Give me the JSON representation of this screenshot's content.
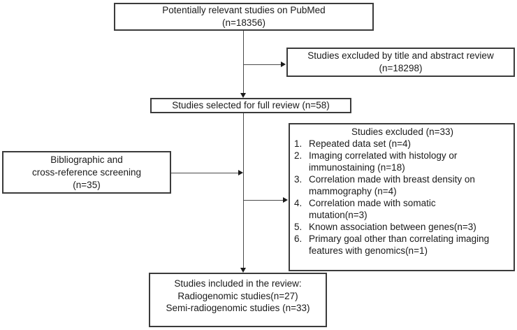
{
  "diagram": {
    "pubmed_box": {
      "lines": [
        "Potentially relevant studies on PubMed",
        "(n=18356)"
      ]
    },
    "title_abstract_excluded_box": {
      "lines": [
        "Studies excluded by title and abstract review",
        "(n=18298)"
      ]
    },
    "full_review_box": {
      "lines": [
        "Studies selected for full review (n=58)"
      ]
    },
    "full_text_excluded_box": {
      "title": "Studies excluded (n=33)",
      "items": [
        {
          "num": "1.",
          "lines": [
            "Repeated data set (n=4)"
          ]
        },
        {
          "num": "2.",
          "lines": [
            "Imaging correlated with histology or",
            "immunostaining (n=18)"
          ]
        },
        {
          "num": "3.",
          "lines": [
            "Correlation made with breast density on",
            "mammography (n=4)"
          ]
        },
        {
          "num": "4.",
          "lines": [
            "Correlation made with somatic",
            "mutation(n=3)"
          ]
        },
        {
          "num": "5.",
          "lines": [
            "Known association between genes(n=3)"
          ]
        },
        {
          "num": "6.",
          "lines": [
            "Primary goal other than correlating imaging",
            "features with genomics(n=1)"
          ]
        }
      ]
    },
    "bibliographic_box": {
      "lines": [
        "Bibliographic and",
        "cross-reference screening",
        "(n=35)"
      ]
    },
    "included_box": {
      "lines": [
        "Studies included in the review:",
        "Radiogenomic studies(n=27)",
        "Semi-radiogenomic studies (n=33)"
      ]
    }
  },
  "colors": {
    "background": "#ffffff",
    "box_border": "#3b3b3b",
    "connector": "#4a4a4a",
    "text": "#1a1a1a"
  }
}
